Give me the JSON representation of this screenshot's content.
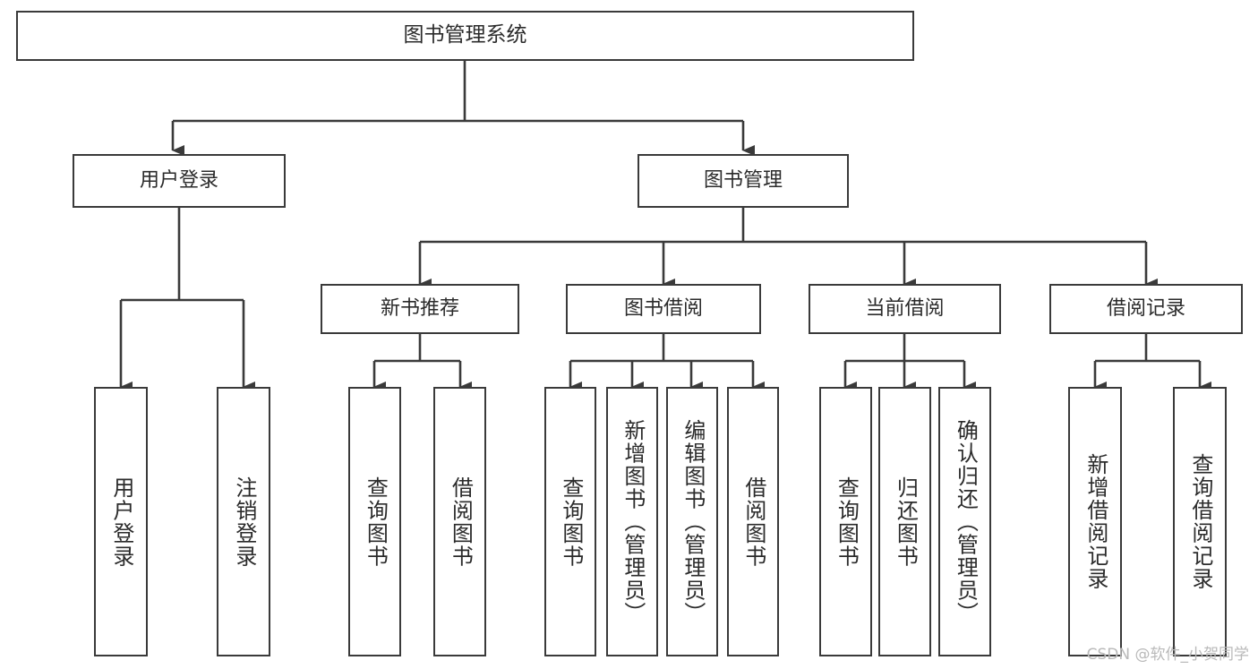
{
  "diagram": {
    "type": "tree-hierarchy",
    "title": "图书管理系统",
    "watermark": "CSDN @软件_小贺同学",
    "colors": {
      "stroke": "#3a3a3a",
      "text": "#2b2b2b",
      "background": "#ffffff",
      "watermark": "#b9b9b9"
    },
    "nodes": {
      "root": {
        "label": "图书管理系统"
      },
      "level1": [
        {
          "label": "用户登录"
        },
        {
          "label": "图书管理"
        }
      ],
      "level2": [
        {
          "label": "新书推荐"
        },
        {
          "label": "图书借阅"
        },
        {
          "label": "当前借阅"
        },
        {
          "label": "借阅记录"
        }
      ],
      "leaves": {
        "user_login": [
          {
            "label": "用户登录"
          },
          {
            "label": "注销登录"
          }
        ],
        "new_book": [
          {
            "label": "查询图书"
          },
          {
            "label": "借阅图书"
          }
        ],
        "book_borrow": [
          {
            "label": "查询图书"
          },
          {
            "label": "新增图书（管理员）"
          },
          {
            "label": "编辑图书（管理员）"
          },
          {
            "label": "借阅图书"
          }
        ],
        "current_borrow": [
          {
            "label": "查询图书"
          },
          {
            "label": "归还图书"
          },
          {
            "label": "确认归还（管理员）"
          }
        ],
        "borrow_record": [
          {
            "label": "新增借阅记录"
          },
          {
            "label": "查询借阅记录"
          }
        ]
      }
    }
  }
}
